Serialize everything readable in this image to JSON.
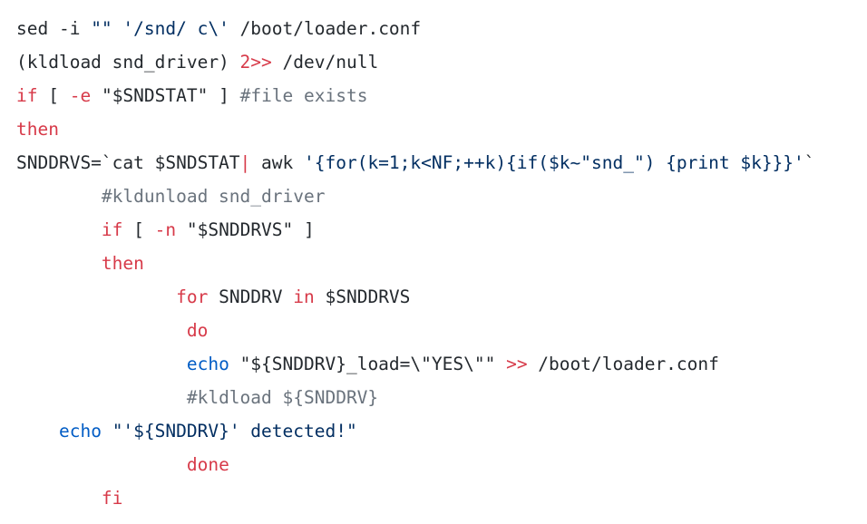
{
  "code": {
    "lines": [
      [
        {
          "t": "sed -i ",
          "k": "plain"
        },
        {
          "t": "\"\"",
          "k": "str"
        },
        {
          "t": " ",
          "k": "plain"
        },
        {
          "t": "'/snd/ c\\'",
          "k": "str"
        },
        {
          "t": " /boot/loader.conf",
          "k": "plain"
        }
      ],
      [
        {
          "t": "(kldload snd_driver) ",
          "k": "plain"
        },
        {
          "t": "2>>",
          "k": "kw"
        },
        {
          "t": " /dev/null",
          "k": "plain"
        }
      ],
      [
        {
          "t": "if",
          "k": "kw"
        },
        {
          "t": " [ ",
          "k": "plain"
        },
        {
          "t": "-e",
          "k": "kw"
        },
        {
          "t": " ",
          "k": "plain"
        },
        {
          "t": "\"$SNDSTAT\"",
          "k": "plain"
        },
        {
          "t": " ] ",
          "k": "plain"
        },
        {
          "t": "#file exists",
          "k": "cmt"
        }
      ],
      [
        {
          "t": "then",
          "k": "kw"
        }
      ],
      [
        {
          "t": "SNDDRVS=`cat $SNDSTAT",
          "k": "plain"
        },
        {
          "t": "|",
          "k": "kw"
        },
        {
          "t": " awk ",
          "k": "plain"
        },
        {
          "t": "'{for(k=1;k<NF;++k){if($k~\"snd_\") {print $k}}}'",
          "k": "str"
        },
        {
          "t": "`",
          "k": "plain"
        }
      ],
      [
        {
          "t": "        ",
          "k": "plain"
        },
        {
          "t": "#kldunload snd_driver",
          "k": "cmt"
        }
      ],
      [
        {
          "t": "        ",
          "k": "plain"
        },
        {
          "t": "if",
          "k": "kw"
        },
        {
          "t": " [ ",
          "k": "plain"
        },
        {
          "t": "-n",
          "k": "kw"
        },
        {
          "t": " ",
          "k": "plain"
        },
        {
          "t": "\"$SNDDRVS\"",
          "k": "plain"
        },
        {
          "t": " ]",
          "k": "plain"
        }
      ],
      [
        {
          "t": "        ",
          "k": "plain"
        },
        {
          "t": "then",
          "k": "kw"
        }
      ],
      [
        {
          "t": "               ",
          "k": "plain"
        },
        {
          "t": "for",
          "k": "kw"
        },
        {
          "t": " SNDDRV ",
          "k": "plain"
        },
        {
          "t": "in",
          "k": "kw"
        },
        {
          "t": " $SNDDRVS",
          "k": "plain"
        }
      ],
      [
        {
          "t": "                ",
          "k": "plain"
        },
        {
          "t": "do",
          "k": "kw"
        }
      ],
      [
        {
          "t": "                ",
          "k": "plain"
        },
        {
          "t": "echo",
          "k": "bi"
        },
        {
          "t": " ",
          "k": "plain"
        },
        {
          "t": "\"${SNDDRV}_load=\\\"YES\\\"\"",
          "k": "plain"
        },
        {
          "t": " ",
          "k": "plain"
        },
        {
          "t": ">>",
          "k": "kw"
        },
        {
          "t": " /boot/loader.conf",
          "k": "plain"
        }
      ],
      [
        {
          "t": "                ",
          "k": "plain"
        },
        {
          "t": "#kldload ${SNDDRV}",
          "k": "cmt"
        }
      ],
      [
        {
          "t": "    ",
          "k": "plain"
        },
        {
          "t": "echo",
          "k": "bi"
        },
        {
          "t": " ",
          "k": "plain"
        },
        {
          "t": "\"'${SNDDRV}' detected!\"",
          "k": "str"
        }
      ],
      [
        {
          "t": "                ",
          "k": "plain"
        },
        {
          "t": "done",
          "k": "kw"
        }
      ],
      [
        {
          "t": "        ",
          "k": "plain"
        },
        {
          "t": "fi",
          "k": "kw"
        }
      ]
    ]
  },
  "colors": {
    "background": "#ffffff",
    "plain": "#24292e",
    "keyword": "#d73a49",
    "string": "#032f62",
    "comment": "#6a737d",
    "builtin": "#005cc5"
  }
}
